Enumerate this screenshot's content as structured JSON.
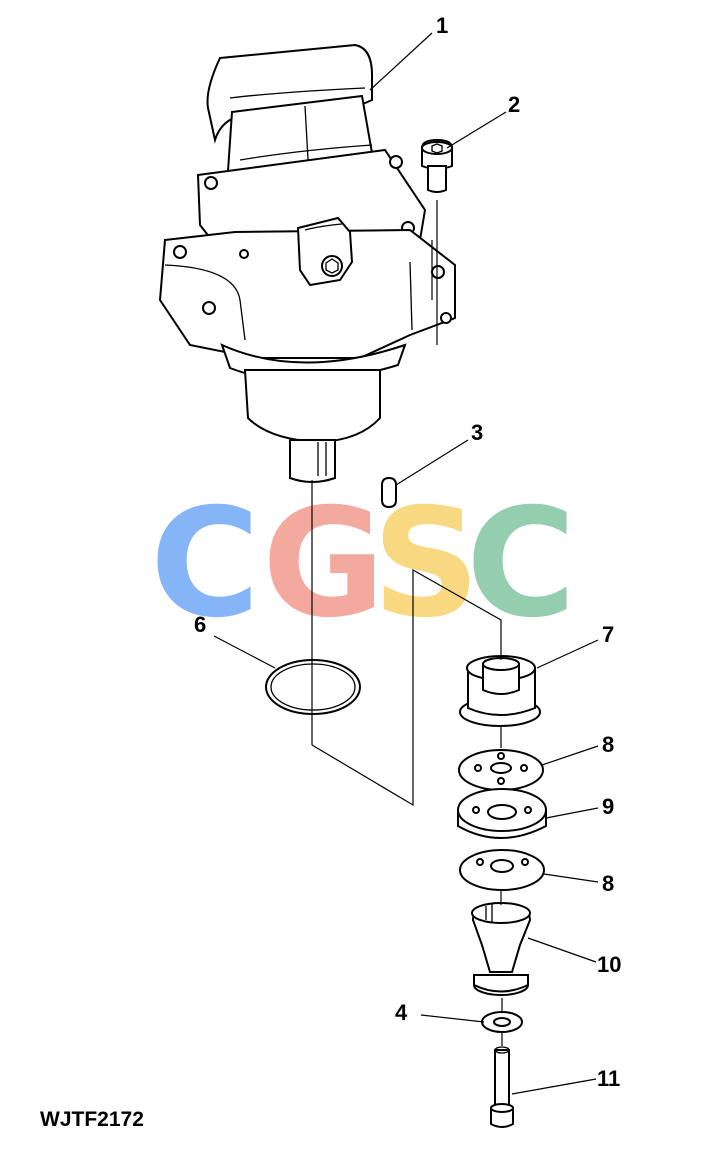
{
  "diagram": {
    "drawing_id": "WJTF2172",
    "watermark": {
      "letters": [
        "C",
        "G",
        "S",
        "C"
      ],
      "colors": [
        "#7fb0f7",
        "#f4a59a",
        "#f8d77c",
        "#8fccaa"
      ]
    },
    "callouts": [
      {
        "id": "1",
        "part": "motor"
      },
      {
        "id": "2",
        "part": "cap-screw"
      },
      {
        "id": "3",
        "part": "key"
      },
      {
        "id": "4",
        "part": "washer"
      },
      {
        "id": "6",
        "part": "o-ring"
      },
      {
        "id": "7",
        "part": "coupler"
      },
      {
        "id": "8",
        "part": "disk-upper"
      },
      {
        "id": "9",
        "part": "damper"
      },
      {
        "id": "8",
        "part": "disk-lower"
      },
      {
        "id": "10",
        "part": "hub"
      },
      {
        "id": "11",
        "part": "bolt"
      }
    ]
  }
}
